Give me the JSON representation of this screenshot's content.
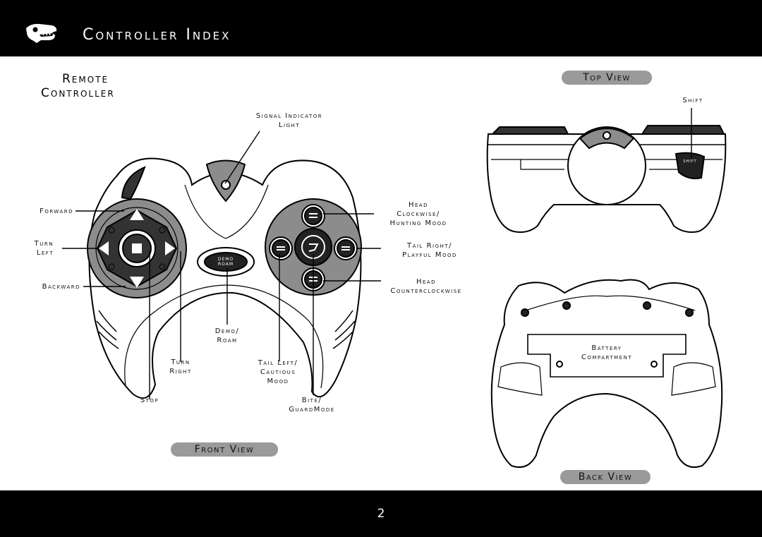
{
  "header": {
    "title": "Controller Index"
  },
  "footer": {
    "page_number": "2"
  },
  "section": {
    "title_line1": "Remote",
    "title_line2": "Controller"
  },
  "views": {
    "front": "Front View",
    "top": "Top View",
    "back": "Back View"
  },
  "labels": {
    "signal_line1": "Signal Indicator",
    "signal_line2": "Light",
    "forward": "Forward",
    "turn_left_line1": "Turn",
    "turn_left_line2": "Left",
    "backward": "Backward",
    "turn_right_line1": "Turn",
    "turn_right_line2": "Right",
    "stop": "Stop",
    "demo_roam_line1": "Demo/",
    "demo_roam_line2": "Roam",
    "tail_left_line1": "Tail Left/",
    "tail_left_line2": "Cautious",
    "tail_left_line3": "Mood",
    "bite_line1": "Bite/",
    "bite_line2": "GuardMode",
    "head_cw_line1": "Head",
    "head_cw_line2": "Clockwise/",
    "head_cw_line3": "Hunting Mood",
    "tail_right_line1": "Tail Right/",
    "tail_right_line2": "Playful Mood",
    "head_ccw_line1": "Head",
    "head_ccw_line2": "Counterclockwise",
    "shift": "Shift",
    "battery_line1": "Battery",
    "battery_line2": "Compartment"
  },
  "buttons": {
    "demo_line1": "DEMO",
    "demo_line2": "ROAM",
    "shift_key": "SHIFT"
  },
  "icons": {
    "logo": "dinosaur-skull-icon",
    "forward": "arrow-up-icon",
    "backward": "arrow-down-icon",
    "left": "arrow-left-icon",
    "right": "arrow-right-icon",
    "stop": "square-stop-icon"
  }
}
